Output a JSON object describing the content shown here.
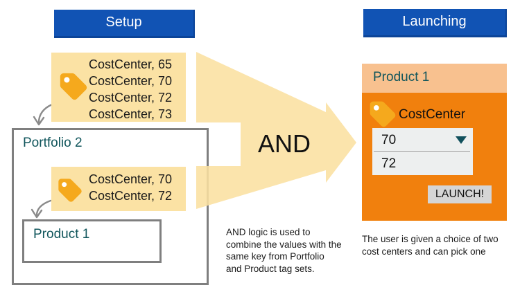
{
  "colors": {
    "header_blue": "#1153B4",
    "header_blue_edge": "#0C4498",
    "tag_box_yellow": "#FBE2A4",
    "arrow_yellow": "#FAE0A0",
    "tag_icon_gold": "#F5A91D",
    "teal_label": "#11565C",
    "gray_box_border": "#7F7F7F",
    "connector_gray": "#8A8A8A",
    "panel_header_peach": "#F8C18F",
    "panel_body_orange": "#F1800D",
    "dropdown_gray": "#EDEFEF",
    "button_gray": "#D5D5D5",
    "text_dark": "#1A1A1A"
  },
  "headers": {
    "setup": "Setup",
    "launching": "Launching"
  },
  "setup_section": {
    "portfolio_tagoptions": [
      "CostCenter, 65",
      "CostCenter, 70",
      "CostCenter, 72",
      "CostCenter, 73"
    ],
    "portfolio_label": "Portfolio 2",
    "product_tagoptions": [
      "CostCenter, 70",
      "CostCenter, 72"
    ],
    "product_label": "Product 1"
  },
  "and_operator": "AND",
  "captions": {
    "left_lines": [
      "AND logic is used to",
      "combine the values with the",
      "same key from Portfolio",
      "and Product tag sets."
    ],
    "right_lines": [
      "The user is given a choice of two",
      "cost centers and can pick one"
    ]
  },
  "launch_panel": {
    "title": "Product 1",
    "tag_key": "CostCenter",
    "selected_value": "70",
    "second_value": "72",
    "launch_button": "LAUNCH!"
  }
}
